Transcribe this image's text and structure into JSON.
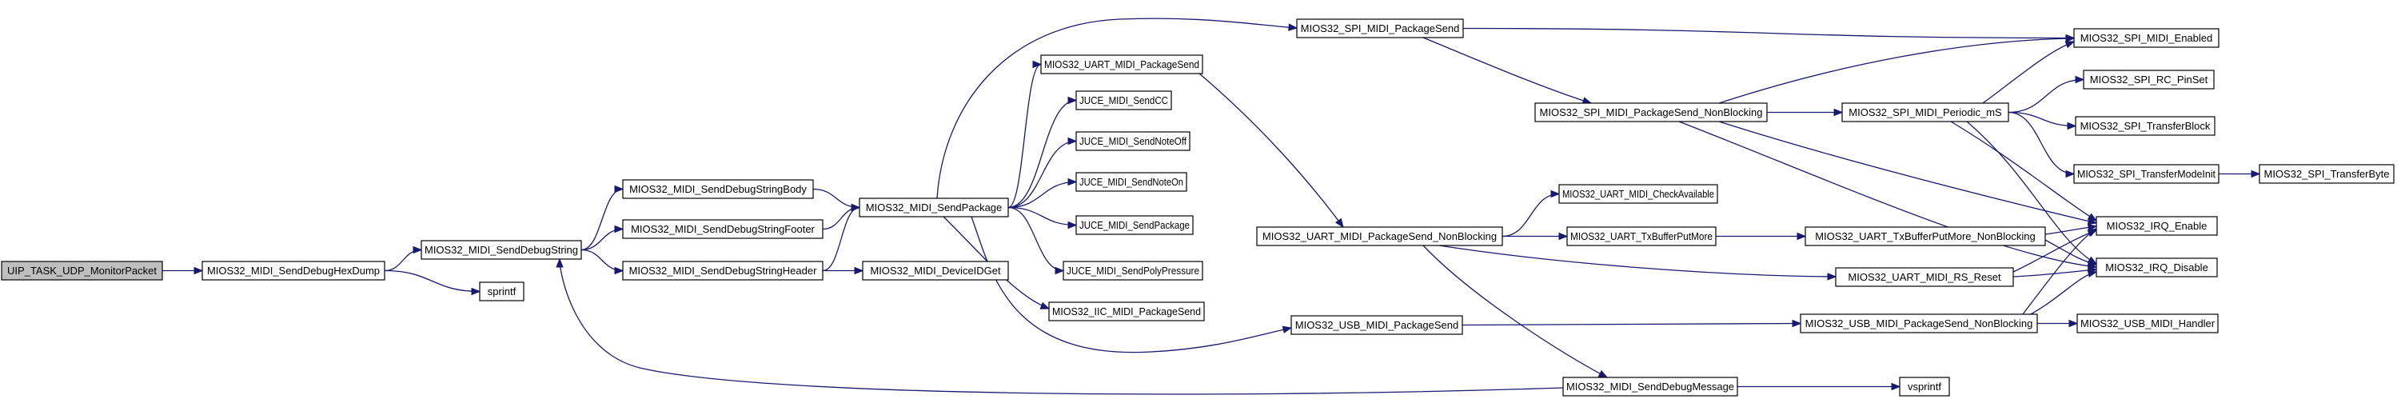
{
  "graph": {
    "colors": {
      "edge": "#191970",
      "node_fill": "#ffffff",
      "root_fill": "#bfbfbf",
      "border": "#000000"
    },
    "nodes": [
      {
        "id": "n0",
        "label": "UIP_TASK_UDP_MonitorPacket",
        "root": true
      },
      {
        "id": "n1",
        "label": "MIOS32_MIDI_SendDebugHexDump"
      },
      {
        "id": "n2",
        "label": "MIOS32_MIDI_SendDebugString"
      },
      {
        "id": "n3",
        "label": "sprintf"
      },
      {
        "id": "n4",
        "label": "MIOS32_MIDI_SendDebugStringBody"
      },
      {
        "id": "n5",
        "label": "MIOS32_MIDI_SendDebugStringFooter"
      },
      {
        "id": "n6",
        "label": "MIOS32_MIDI_SendDebugStringHeader"
      },
      {
        "id": "n7",
        "label": "MIOS32_MIDI_SendPackage"
      },
      {
        "id": "n8",
        "label": "MIOS32_MIDI_DeviceIDGet"
      },
      {
        "id": "n9",
        "label": "MIOS32_UART_MIDI_PackageSend"
      },
      {
        "id": "n10",
        "label": "JUCE_MIDI_SendCC"
      },
      {
        "id": "n11",
        "label": "JUCE_MIDI_SendNoteOff"
      },
      {
        "id": "n12",
        "label": "JUCE_MIDI_SendNoteOn"
      },
      {
        "id": "n13",
        "label": "JUCE_MIDI_SendPackage"
      },
      {
        "id": "n14",
        "label": "JUCE_MIDI_SendPolyPressure"
      },
      {
        "id": "n15",
        "label": "MIOS32_IIC_MIDI_PackageSend"
      },
      {
        "id": "n16",
        "label": "MIOS32_SPI_MIDI_PackageSend"
      },
      {
        "id": "n17",
        "label": "MIOS32_UART_MIDI_PackageSend_NonBlocking"
      },
      {
        "id": "n18",
        "label": "MIOS32_USB_MIDI_PackageSend"
      },
      {
        "id": "n19",
        "label": "MIOS32_SPI_MIDI_PackageSend_NonBlocking"
      },
      {
        "id": "n20",
        "label": "MIOS32_UART_MIDI_CheckAvailable"
      },
      {
        "id": "n21",
        "label": "MIOS32_UART_TxBufferPutMore"
      },
      {
        "id": "n22",
        "label": "MIOS32_MIDI_SendDebugMessage"
      },
      {
        "id": "n23",
        "label": "MIOS32_SPI_MIDI_Periodic_mS"
      },
      {
        "id": "n24",
        "label": "MIOS32_UART_TxBufferPutMore_NonBlocking"
      },
      {
        "id": "n25",
        "label": "MIOS32_UART_MIDI_RS_Reset"
      },
      {
        "id": "n26",
        "label": "MIOS32_USB_MIDI_PackageSend_NonBlocking"
      },
      {
        "id": "n27",
        "label": "vsprintf"
      },
      {
        "id": "n28",
        "label": "MIOS32_SPI_MIDI_Enabled"
      },
      {
        "id": "n29",
        "label": "MIOS32_SPI_RC_PinSet"
      },
      {
        "id": "n30",
        "label": "MIOS32_SPI_TransferBlock"
      },
      {
        "id": "n31",
        "label": "MIOS32_SPI_TransferModeInit"
      },
      {
        "id": "n32",
        "label": "MIOS32_IRQ_Enable"
      },
      {
        "id": "n33",
        "label": "MIOS32_IRQ_Disable"
      },
      {
        "id": "n34",
        "label": "MIOS32_USB_MIDI_Handler"
      },
      {
        "id": "n35",
        "label": "MIOS32_SPI_TransferByte"
      }
    ],
    "edges": [
      {
        "from": "n0",
        "to": "n1"
      },
      {
        "from": "n1",
        "to": "n2"
      },
      {
        "from": "n1",
        "to": "n3"
      },
      {
        "from": "n2",
        "to": "n4"
      },
      {
        "from": "n2",
        "to": "n5"
      },
      {
        "from": "n2",
        "to": "n6"
      },
      {
        "from": "n4",
        "to": "n7"
      },
      {
        "from": "n5",
        "to": "n7"
      },
      {
        "from": "n6",
        "to": "n7"
      },
      {
        "from": "n6",
        "to": "n8"
      },
      {
        "from": "n7",
        "to": "n9"
      },
      {
        "from": "n7",
        "to": "n10"
      },
      {
        "from": "n7",
        "to": "n11"
      },
      {
        "from": "n7",
        "to": "n12"
      },
      {
        "from": "n7",
        "to": "n13"
      },
      {
        "from": "n7",
        "to": "n14"
      },
      {
        "from": "n7",
        "to": "n15"
      },
      {
        "from": "n7",
        "to": "n16"
      },
      {
        "from": "n7",
        "to": "n18"
      },
      {
        "from": "n9",
        "to": "n17"
      },
      {
        "from": "n16",
        "to": "n28"
      },
      {
        "from": "n16",
        "to": "n19"
      },
      {
        "from": "n17",
        "to": "n20"
      },
      {
        "from": "n17",
        "to": "n21"
      },
      {
        "from": "n17",
        "to": "n25"
      },
      {
        "from": "n17",
        "to": "n22"
      },
      {
        "from": "n18",
        "to": "n26"
      },
      {
        "from": "n19",
        "to": "n28"
      },
      {
        "from": "n19",
        "to": "n23"
      },
      {
        "from": "n19",
        "to": "n32"
      },
      {
        "from": "n19",
        "to": "n33"
      },
      {
        "from": "n21",
        "to": "n24"
      },
      {
        "from": "n22",
        "to": "n27"
      },
      {
        "from": "n22",
        "to": "n2"
      },
      {
        "from": "n23",
        "to": "n28"
      },
      {
        "from": "n23",
        "to": "n29"
      },
      {
        "from": "n23",
        "to": "n30"
      },
      {
        "from": "n23",
        "to": "n31"
      },
      {
        "from": "n23",
        "to": "n32"
      },
      {
        "from": "n23",
        "to": "n33"
      },
      {
        "from": "n24",
        "to": "n32"
      },
      {
        "from": "n24",
        "to": "n33"
      },
      {
        "from": "n25",
        "to": "n32"
      },
      {
        "from": "n25",
        "to": "n33"
      },
      {
        "from": "n26",
        "to": "n32"
      },
      {
        "from": "n26",
        "to": "n33"
      },
      {
        "from": "n26",
        "to": "n34"
      },
      {
        "from": "n31",
        "to": "n35"
      }
    ]
  }
}
